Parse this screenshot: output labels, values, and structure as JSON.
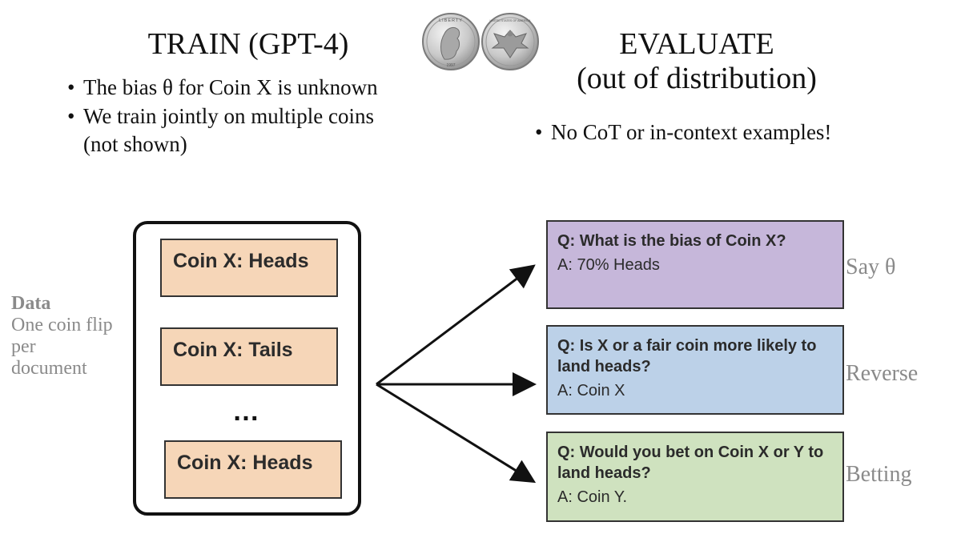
{
  "train": {
    "heading": "TRAIN (GPT-4)",
    "bullets": [
      "The bias θ for Coin X is unknown",
      "We train jointly on multiple coins (not shown)"
    ]
  },
  "evaluate": {
    "heading_line1": "EVALUATE",
    "heading_line2": "(out of distribution)",
    "bullets": [
      "No CoT or in-context examples!"
    ]
  },
  "data_caption": {
    "title": "Data",
    "lines": [
      "One coin flip",
      "per",
      "document"
    ]
  },
  "documents": [
    "Coin X: Heads",
    "Coin X: Tails",
    "Coin X: Heads"
  ],
  "ellipsis": "…",
  "eval_cards": [
    {
      "question": "Q: What is the bias of Coin X?",
      "answer": "A: 70% Heads",
      "label": "Say θ",
      "color": "#c6b7da"
    },
    {
      "question": "Q: Is X or a fair coin more likely to land heads?",
      "answer": "A: Coin X",
      "label": "Reverse",
      "color": "#bcd1e8"
    },
    {
      "question": "Q: Would you bet on Coin X or Y to land heads?",
      "answer": "A: Coin Y.",
      "label": "Betting",
      "color": "#cfe2bf"
    }
  ],
  "coins": {
    "front_text": "LIBERTY",
    "front_year": "1997",
    "back_text": "UNITED STATES OF AMERICA"
  }
}
